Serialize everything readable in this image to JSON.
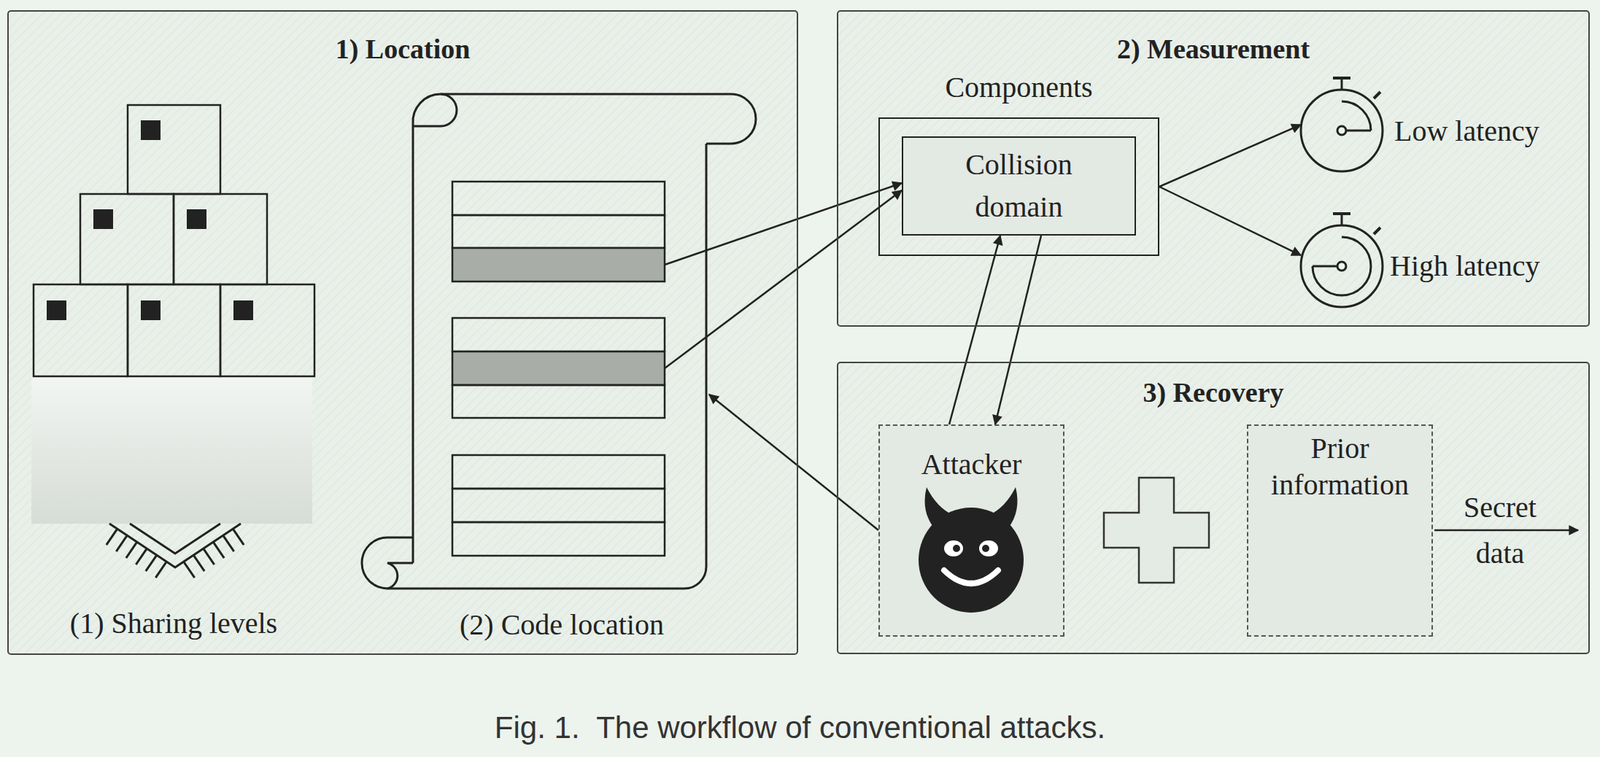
{
  "diagram": {
    "caption": "Fig. 1.  The workflow of conventional attacks.",
    "nodes": [
      {
        "text": [
          "1) Location"
        ]
      },
      {
        "text": [
          "(2) Code location"
        ],
        "in": 0
      },
      {
        "text": [
          "2) Measurement"
        ]
      },
      {
        "text": [
          "Components"
        ],
        "in": 2
      },
      {
        "text": [
          "Collision domain"
        ],
        "in": 3
      },
      {
        "text": [
          "Low latency"
        ],
        "in": 2
      },
      {
        "text": [
          "High latency"
        ],
        "in": 2
      },
      {
        "text": [
          "3) Recovery"
        ]
      },
      {
        "text": [
          "Attacker"
        ],
        "in": 7
      },
      {
        "text": [
          "Prior information"
        ],
        "in": 7
      }
    ],
    "edges": [
      {
        "from": 1,
        "to": 4,
        "arrow": "to"
      },
      {
        "from": 1,
        "to": 4,
        "arrow": "to"
      },
      {
        "from": 3,
        "to": 5,
        "arrow": "to"
      },
      {
        "from": 3,
        "to": 6,
        "arrow": "to"
      },
      {
        "from": 8,
        "to": 4,
        "arrow": "to"
      },
      {
        "from": 4,
        "to": 8,
        "arrow": "to"
      },
      {
        "from": 8,
        "to": 1,
        "arrow": "to"
      }
    ],
    "labels": [
      "(1) Sharing levels",
      "Secret data"
    ]
  }
}
